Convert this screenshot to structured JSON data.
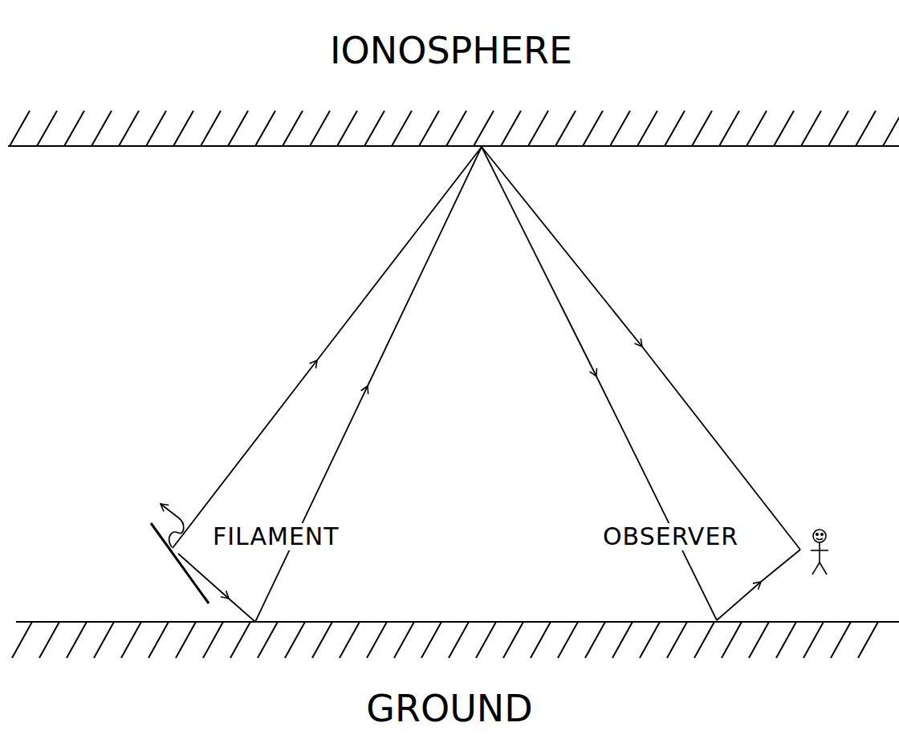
{
  "diagram": {
    "labels": [
      "IONOSPHERE",
      "FILAMENT",
      "OBSERVER",
      "GROUND"
    ]
  }
}
